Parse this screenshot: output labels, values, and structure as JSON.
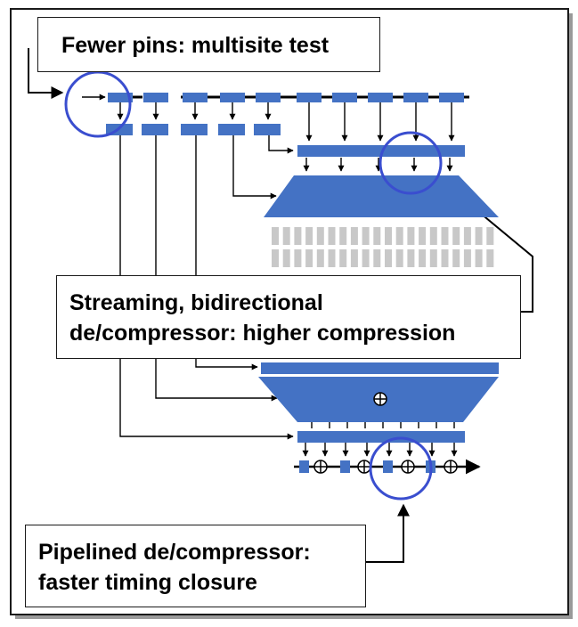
{
  "colors": {
    "block_fill": "#4472c4",
    "highlight_ring": "#3a4ecf",
    "arrow": "#000000",
    "frame": "#1a1a1a",
    "bar_gray": "#c8c8c8"
  },
  "callouts": {
    "fewer_pins": "Fewer pins: multisite test",
    "streaming_line1": "Streaming, bidirectional",
    "streaming_line2": "de/compressor: higher compression",
    "pipelined_line1": "Pipelined de/compressor:",
    "pipelined_line2": "faster timing closure"
  },
  "icons": {
    "xor": "circled-plus-icon",
    "highlight": "circle-outline-icon"
  }
}
